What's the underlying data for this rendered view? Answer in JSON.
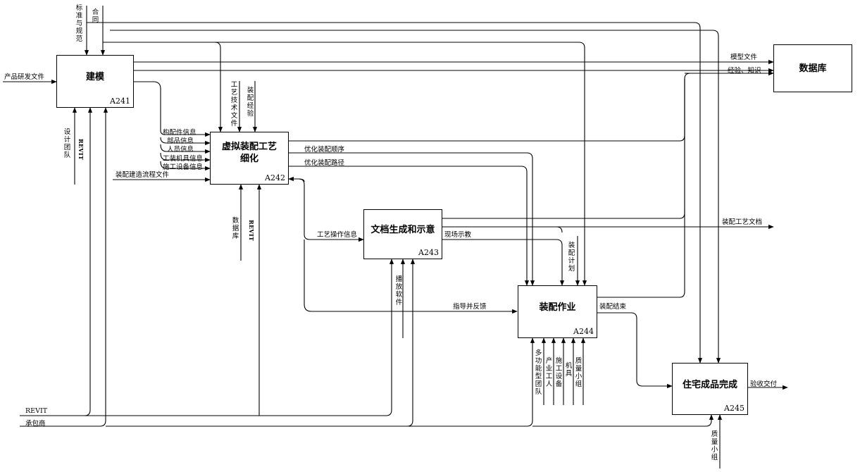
{
  "boxes": {
    "a241": {
      "title": "建模",
      "code": "A241"
    },
    "a242": {
      "title_1": "虚拟装配工艺",
      "title_2": "细化",
      "code": "A242"
    },
    "a243": {
      "title": "文档生成和示意",
      "code": "A243"
    },
    "a244": {
      "title": "装配作业",
      "code": "A244"
    },
    "a245": {
      "title": "住宅成品完成",
      "code": "A245"
    },
    "db": {
      "title": "数据库"
    }
  },
  "labels": {
    "standards": "标准与规范",
    "contract": "合同",
    "product_doc": "产品研发文件",
    "design_team": "设计团队",
    "revit": "REVIT",
    "model_file": "模型文件",
    "experience": "经验、知识",
    "process_doc": "工艺技术文件",
    "assembly_exp": "装配经验",
    "component_info": "构配件信息",
    "part_info": "部品信息",
    "staff_info": "人员信息",
    "tooling_info": "工装机具信息",
    "equipment_info": "施工设备信息",
    "flow_doc": "装配建造流程文件",
    "database": "数据库",
    "opt_order": "优化装配顺序",
    "opt_path": "优化装配路径",
    "op_info": "工艺操作信息",
    "site_demo": "现场示教",
    "assembly_doc": "装配工艺文档",
    "assembly_plan": "装配计划",
    "player": "播放软件",
    "guide": "指导并反馈",
    "assembly_end": "装配结束",
    "multi_team": "多功能型团队",
    "workers": "产业工人",
    "equipment": "施工设备",
    "machinery": "机具",
    "qa_team": "质量小组",
    "acceptance": "验收交付",
    "revit_bottom": "REVIT",
    "contractor": "承包商",
    "qa_team_2": "质量小组"
  }
}
